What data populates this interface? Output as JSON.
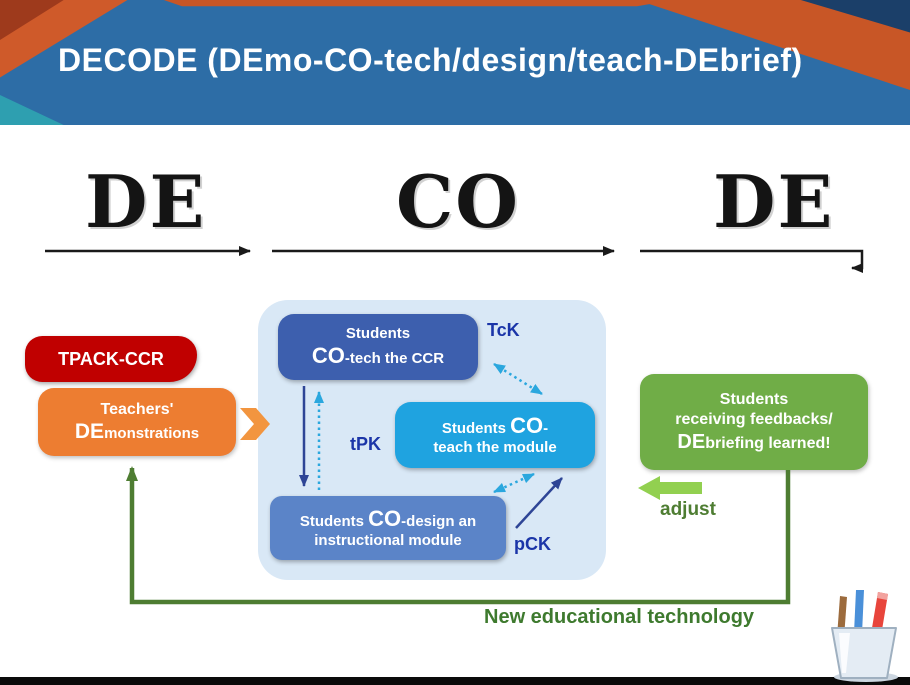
{
  "banner": {
    "title": "DECODE (DEmo-CO-tech/design/teach-DEbrief)"
  },
  "phases": {
    "first": "DE",
    "second": "CO",
    "third": "DE"
  },
  "tpack": {
    "label": "TPACK-CCR"
  },
  "teachers_box": {
    "line1": "Teachers'",
    "de": "DE",
    "rest": "monstrations"
  },
  "panel": {
    "top_box": {
      "line1": "Students",
      "co": "CO",
      "rest": "-tech the CCR"
    },
    "mid_box": {
      "pre": "Students ",
      "co": "CO",
      "dash": "-",
      "line2": "teach the module"
    },
    "bottom_box": {
      "pre": "Students ",
      "co": "CO",
      "rest": "-design an",
      "line2": "instructional module"
    },
    "labels": {
      "tck": "TcK",
      "tpk": "tPK",
      "pck": "pCK"
    }
  },
  "feedback_box": {
    "line1": "Students",
    "line2": "receiving feedbacks/",
    "de": "DE",
    "rest": "briefing learned!"
  },
  "adjust": {
    "label": "adjust"
  },
  "footer": {
    "label": "New educational technology"
  },
  "icons": {
    "pencil_cup": "pencil-cup-icon"
  },
  "colors": {
    "banner_blue": "#2d6da6",
    "banner_orange": "#c85626",
    "tpack_red": "#c00000",
    "teachers_orange": "#ed7d31",
    "panel_light_blue": "#d9e8f6",
    "co_tech_blue": "#3d5fae",
    "co_teach_cyan": "#1fa3e0",
    "co_design_blue": "#5b84c8",
    "feedback_green": "#70ad47",
    "adjust_light_green": "#92d050",
    "loop_dark_green": "#4e7d32",
    "knowledge_label_blue": "#1b35a8"
  }
}
